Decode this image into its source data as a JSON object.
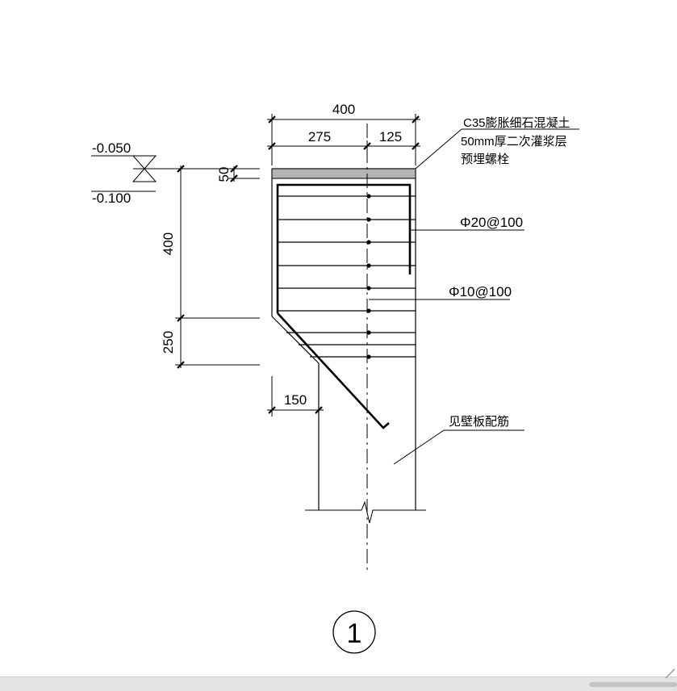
{
  "dimensions": {
    "top_total": "400",
    "top_left": "275",
    "top_right": "125",
    "grout_thickness": "50",
    "height_upper": "400",
    "height_lower": "250",
    "bottom_width": "150"
  },
  "levels": {
    "upper": "-0.050",
    "lower": "-0.100"
  },
  "annotations": {
    "concrete_line1": "C35膨胀细石混凝土",
    "concrete_line2": "50mm厚二次灌浆层",
    "concrete_line3": "预埋螺栓",
    "rebar_main": "Φ20@100",
    "rebar_stirrup": "Φ10@100",
    "wall_reference": "见壁板配筋"
  },
  "section_marker": "1",
  "colors": {
    "line": "#000000",
    "grout_fill": "#b4b4b4",
    "background": "#ffffff"
  }
}
